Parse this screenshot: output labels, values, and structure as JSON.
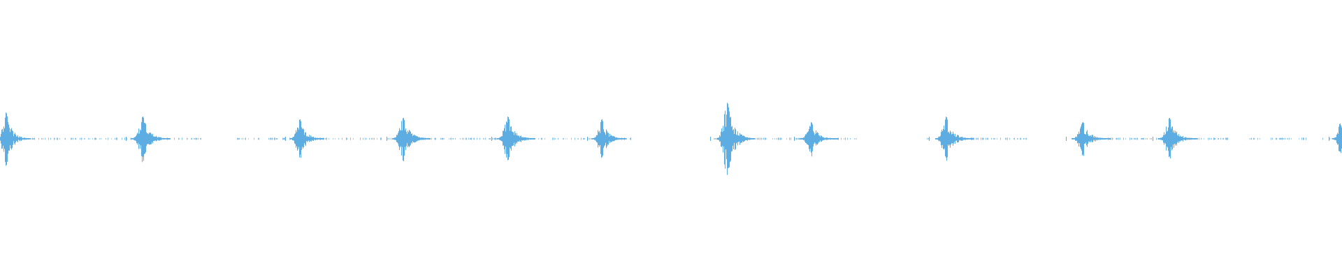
{
  "waveform": {
    "color": "#5dade2",
    "background": "#ffffff",
    "bursts": [
      {
        "time": 0.0045,
        "amplitude": 0.19,
        "width": 0.008
      },
      {
        "time": 0.1065,
        "amplitude": 0.16,
        "width": 0.009
      },
      {
        "time": 0.2235,
        "amplitude": 0.14,
        "width": 0.008
      },
      {
        "time": 0.3005,
        "amplitude": 0.15,
        "width": 0.009
      },
      {
        "time": 0.3785,
        "amplitude": 0.16,
        "width": 0.009
      },
      {
        "time": 0.4485,
        "amplitude": 0.14,
        "width": 0.008
      },
      {
        "time": 0.542,
        "amplitude": 0.26,
        "width": 0.009
      },
      {
        "time": 0.6045,
        "amplitude": 0.12,
        "width": 0.009
      },
      {
        "time": 0.705,
        "amplitude": 0.16,
        "width": 0.009
      },
      {
        "time": 0.807,
        "amplitude": 0.12,
        "width": 0.009
      },
      {
        "time": 0.8715,
        "amplitude": 0.15,
        "width": 0.009
      },
      {
        "time": 0.9985,
        "amplitude": 0.11,
        "width": 0.006
      }
    ],
    "gaps": [
      [
        0.15,
        0.175
      ],
      [
        0.47,
        0.53
      ],
      [
        0.64,
        0.69
      ],
      [
        0.765,
        0.8
      ],
      [
        0.915,
        0.93
      ],
      [
        0.975,
        0.985
      ]
    ]
  }
}
